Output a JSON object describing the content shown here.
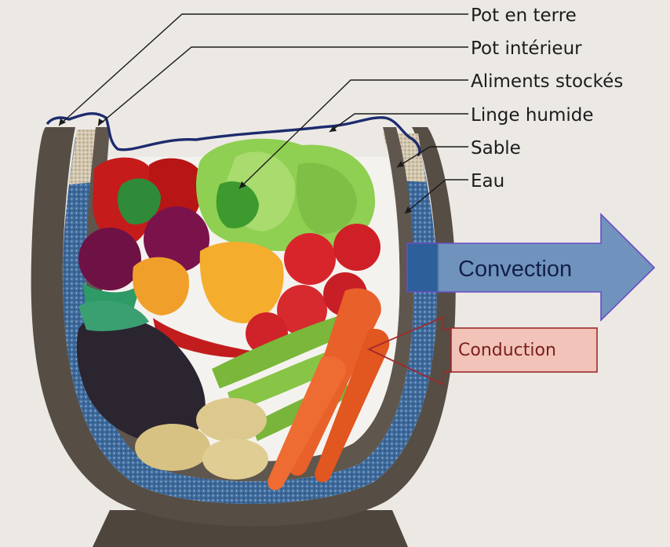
{
  "labels": {
    "pot_en_terre": "Pot en terre",
    "pot_interieur": "Pot intérieur",
    "aliments_stockes": "Aliments stockés",
    "linge_humide": "Linge humide",
    "sable": "Sable",
    "eau": "Eau"
  },
  "arrows": {
    "convection": "Convection",
    "conduction": "Conduction"
  },
  "colors": {
    "pot": "#5b5249",
    "water": "#3c6a9e",
    "sand": "#cdbfa6",
    "cloth": "#1d2b6e",
    "convection_arrow": "#6d8eb5",
    "conduction_box": "#f2c3b8"
  }
}
